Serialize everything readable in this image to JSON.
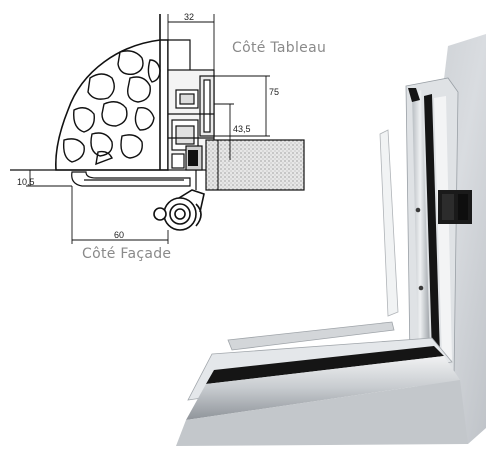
{
  "labels": {
    "side_reveal": "Côté Tableau",
    "side_facade": "Côté Façade"
  },
  "dimensions": {
    "top_width": "32",
    "frame_height": "75",
    "inner_depth": "43,5",
    "sill_offset": "10,5",
    "bottom_width": "60"
  },
  "colors": {
    "line": "#111111",
    "insulation": "#d9d9d9",
    "stone_fill": "#ffffff",
    "metal_light": "#e6e8ea",
    "metal_mid": "#b9bdc1",
    "metal_dark": "#7d8287",
    "gasket": "#151515"
  }
}
